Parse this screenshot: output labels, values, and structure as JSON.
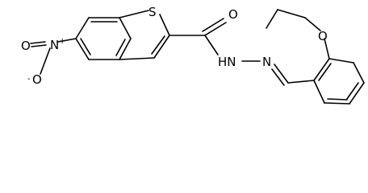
{
  "structure": {
    "atoms": {
      "nitro_N": "N",
      "nitro_N_charge": "+",
      "nitro_O_minus": "O",
      "nitro_O_minus_charge": "-",
      "nitro_O_top": "O",
      "thiophene_S": "S",
      "carbonyl_O": "O",
      "hydrazide_NH": "HN",
      "hydrazone_N": "N",
      "ether_O": "O"
    }
  }
}
